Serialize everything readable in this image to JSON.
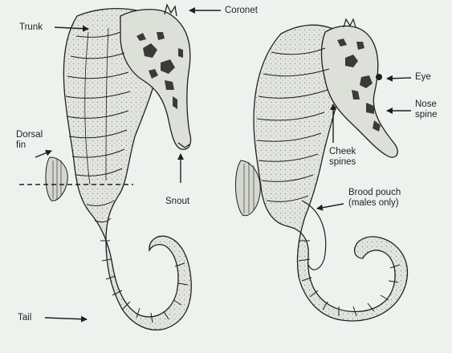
{
  "labels": {
    "trunk": "Trunk",
    "coronet": "Coronet",
    "dorsal_fin": [
      "Dorsal",
      "fin"
    ],
    "snout": "Snout",
    "tail": "Tail",
    "eye": "Eye",
    "nose_spine": [
      "Nose",
      "spine"
    ],
    "cheek_spines": [
      "Cheek",
      "spines"
    ],
    "brood_pouch": [
      "Brood pouch",
      "(males only)"
    ]
  },
  "colors": {
    "background": "#eef2ee",
    "ink": "#1e1e1e",
    "body_fill": "#e2e5df",
    "dark_patch": "#3a3a3a"
  }
}
